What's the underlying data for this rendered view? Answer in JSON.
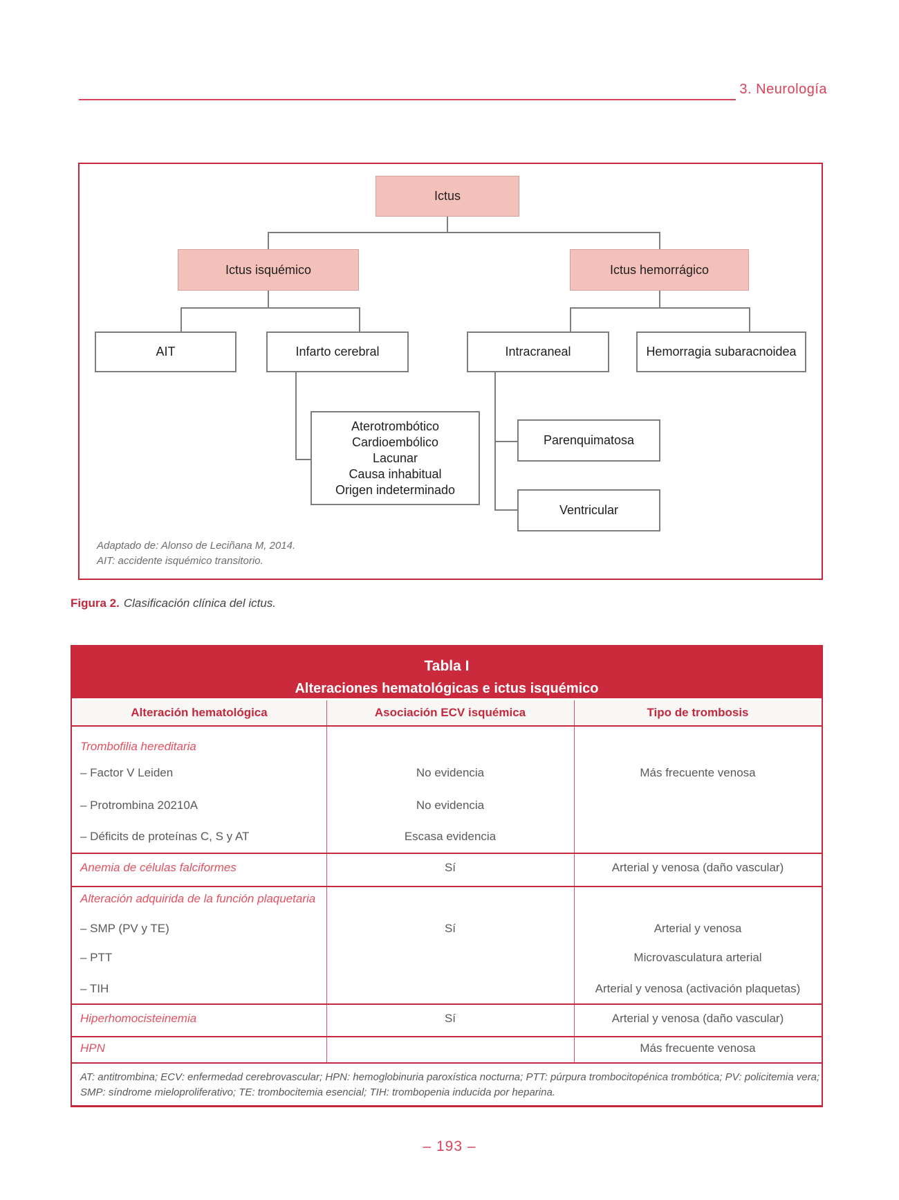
{
  "header": {
    "chapter_title": "3. Neurología"
  },
  "figure": {
    "caption_label": "Figura 2.",
    "caption_text": "Clasificación clínica del ictus.",
    "nodes": {
      "root": "Ictus",
      "ischemic": "Ictus isquémico",
      "hemorrhagic": "Ictus hemorrágico",
      "tia": "AIT",
      "cerebral_infarction": "Infarto cerebral",
      "intracranial": "Intracraneal",
      "subarachnoid": "Hemorragia subaracnoidea",
      "infarction_subtypes": [
        "Aterotrombótico",
        "Cardioembólico",
        "Lacunar",
        "Causa inhabitual",
        "Origen indeterminado"
      ],
      "parenchymal": "Parenquimatosa",
      "ventricular": "Ventricular"
    },
    "footnotes": {
      "line1": "Adaptado de: Alonso de Leciñana M, 2014.",
      "line2": "AIT: accidente isquémico transitorio."
    }
  },
  "table": {
    "title": "Tabla I",
    "subtitle": "Alteraciones hematológicas e ictus isquémico",
    "columns": [
      "Alteración hematológica",
      "Asociación ECV isquémica",
      "Tipo de trombosis"
    ],
    "group1": {
      "label": "Trombofilia hereditaria",
      "item1": "–  Factor V Leiden",
      "item1_assoc": "No evidencia",
      "item1_type": "Más frecuente venosa",
      "item2": "–  Protrombina 20210A",
      "item2_assoc": "No evidencia",
      "item3": "–  Déficits de proteínas C, S y AT",
      "item3_assoc": "Escasa evidencia"
    },
    "row_anemia": {
      "label": "Anemia de células falciformes",
      "assoc": "Sí",
      "type": "Arterial y venosa (daño vascular)"
    },
    "group2": {
      "label": "Alteración adquirida de la función plaquetaria",
      "item1": "–  SMP (PV y TE)",
      "item1_assoc": "Sí",
      "item1_type": "Arterial y venosa",
      "item2": "–  PTT",
      "item2_type": "Microvasculatura arterial",
      "item3": "–  TIH",
      "item3_type": "Arterial y venosa (activación plaquetas)"
    },
    "row_hyper": {
      "label": "Hiperhomocisteinemia",
      "assoc": "Sí",
      "type": "Arterial y venosa (daño vascular)"
    },
    "row_hpn": {
      "label": "HPN",
      "type": "Más frecuente venosa"
    },
    "footnote_line1": "AT: antitrombina; ECV: enfermedad cerebrovascular; HPN: hemoglobinuria paroxística nocturna; PTT: púrpura trombocitopénica trombótica; PV: policitemia vera;",
    "footnote_line2": "SMP: síndrome mieloproliferativo; TE: trombocitemia esencial; TIH: trombopenia inducida por heparina."
  },
  "footer": {
    "page_number": "– 193 –"
  },
  "colors": {
    "accent_red": "#c5283d",
    "banner_red": "#cb2a3c",
    "label_red": "#df5260",
    "header_red": "#dc4257",
    "body_gray": "#58595b",
    "node_pink": "#f4c0ba",
    "line_gray": "#7d7d7d"
  }
}
